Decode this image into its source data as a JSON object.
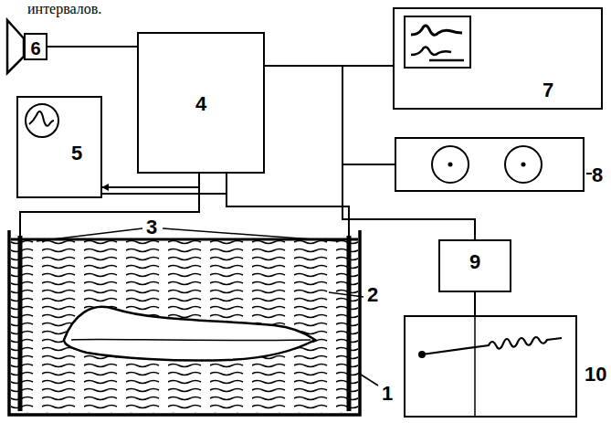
{
  "diagram": {
    "nodes": [
      {
        "text": [
          "6"
        ]
      },
      {
        "text": [
          "4"
        ]
      },
      {
        "text": [
          "5"
        ]
      },
      {
        "text": [
          "7"
        ]
      },
      {
        "text": [
          "8"
        ]
      },
      {
        "text": [
          "9"
        ]
      },
      {
        "text": [
          "10"
        ]
      }
    ],
    "edges": [
      {
        "from": 1,
        "to": 0,
        "arrow": "none"
      },
      {
        "from": 1,
        "to": 2,
        "arrow": "to"
      },
      {
        "from": 1,
        "to": 3,
        "arrow": "none"
      },
      {
        "from": 1,
        "to": 4,
        "arrow": "none"
      },
      {
        "from": 1,
        "to": 5,
        "arrow": "none"
      },
      {
        "from": 5,
        "to": 6,
        "arrow": "none"
      }
    ],
    "labels": [
      "интервалов.",
      "3",
      "2",
      "1"
    ]
  }
}
